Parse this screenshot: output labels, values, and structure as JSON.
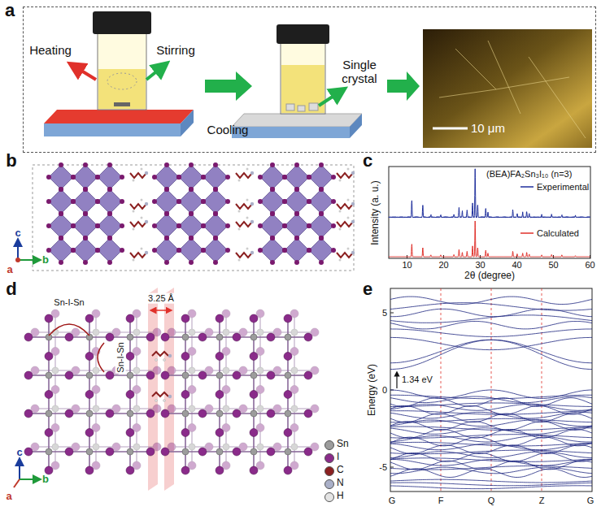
{
  "diagram": {
    "nodes": [
      {
        "text": [
          "a"
        ]
      }
    ],
    "labels": [
      "Heating",
      "Stirring",
      "Cooling",
      "Single crystal",
      "10 μm",
      "b",
      "c",
      "b",
      "a",
      "c",
      "(BEA)FA₂Sn₃I₁₀ (n=3)",
      "Experimental",
      "Calculated",
      "Intensity (a. u.)",
      "10",
      "20",
      "30",
      "40",
      "50",
      "60",
      "2θ (degree)",
      "d",
      "Sn-I-Sn",
      "Sn-I-Sn",
      "3.25 Å",
      "c",
      "b",
      "a",
      "e",
      "5",
      "0",
      "-5",
      "Energy (eV)",
      "G",
      "F",
      "Q",
      "Z",
      "G",
      "1.34 eV"
    ],
    "legend": [
      {
        "text": "Sn",
        "color": "#9c9c9c"
      },
      {
        "text": "I",
        "color": "#8a2b8a"
      },
      {
        "text": "C",
        "color": "#8b2020"
      },
      {
        "text": "N",
        "color": "#aab0c8"
      },
      {
        "text": "H",
        "color": "#e4e4e4"
      }
    ]
  }
}
